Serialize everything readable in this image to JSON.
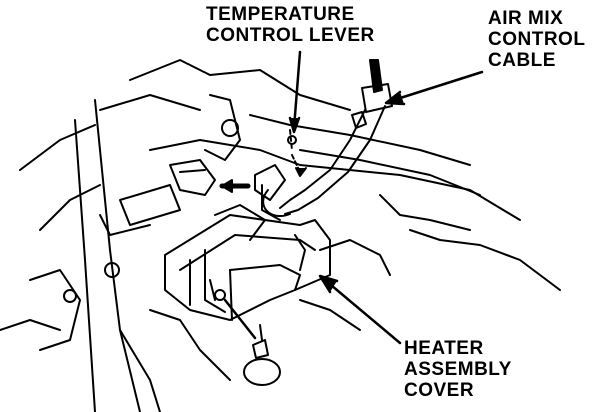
{
  "labels": {
    "temperature_control_lever": [
      "TEMPERATURE",
      "CONTROL LEVER"
    ],
    "air_mix_control_cable": [
      "AIR MIX",
      "CONTROL",
      "CABLE"
    ],
    "heater_assembly_cover": [
      "HEATER",
      "ASSEMBLY",
      "COVER"
    ]
  },
  "colors": {
    "ink": "#000000",
    "paper": "#ffffff"
  }
}
